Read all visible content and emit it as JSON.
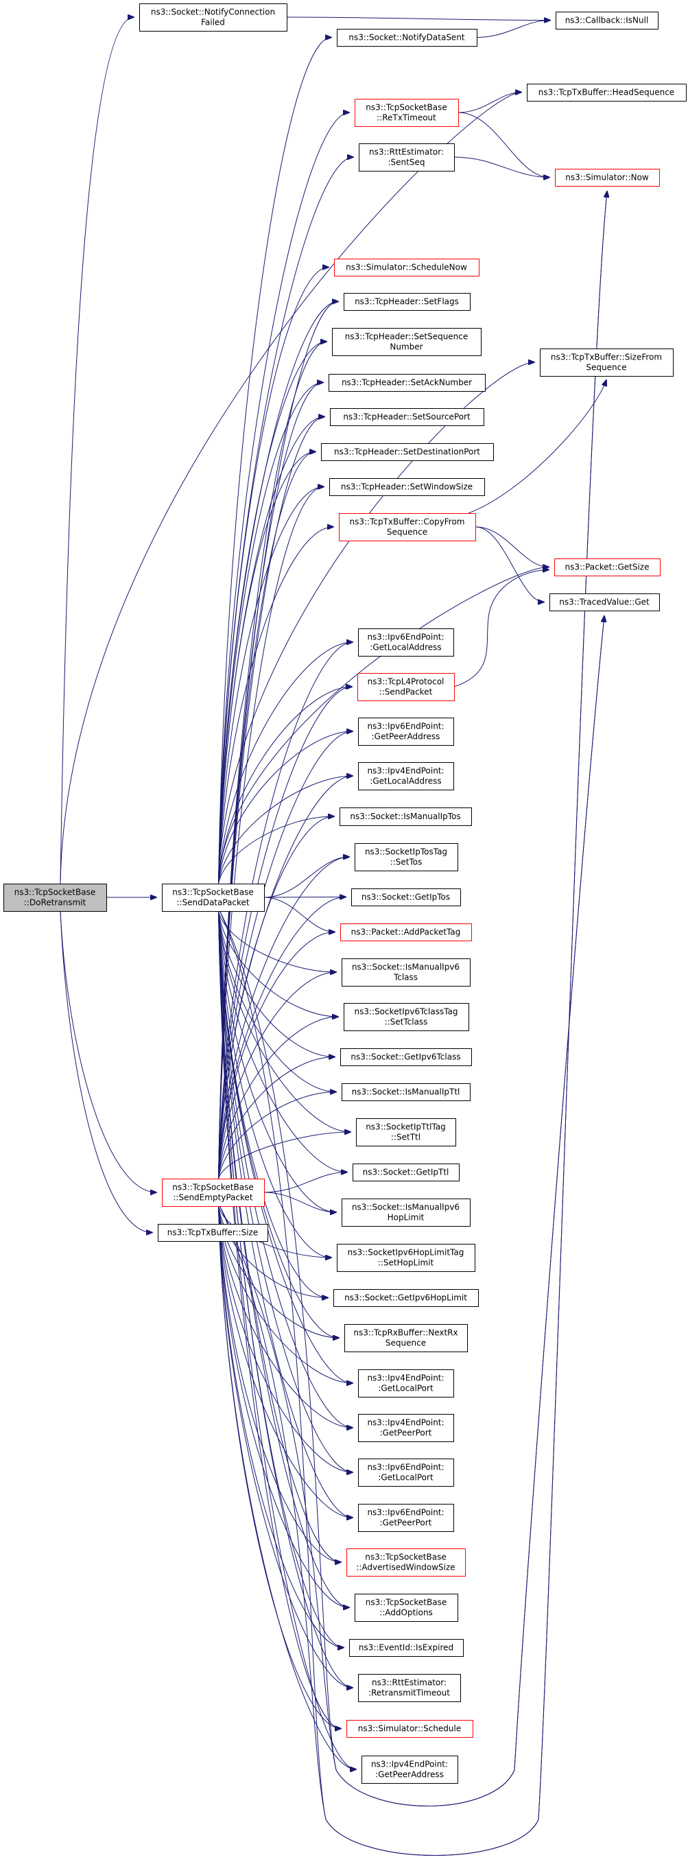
{
  "title": "Call graph of ns3::TcpSocketBase::DoRetransmit",
  "colors": {
    "edge": "#191970",
    "node_border": "#000000",
    "node_border_external": "#ff0000",
    "root_fill": "#bfbfbf"
  },
  "nodes": [
    {
      "id": "doretransmit",
      "lines": [
        "ns3::TcpSocketBase",
        "::DoRetransmit"
      ],
      "style": "root"
    },
    {
      "id": "senddatapacket",
      "lines": [
        "ns3::TcpSocketBase",
        "::SendDataPacket"
      ],
      "style": "normal"
    },
    {
      "id": "sendemptypacket",
      "lines": [
        "ns3::TcpSocketBase",
        "::SendEmptyPacket"
      ],
      "style": "red"
    },
    {
      "id": "txbuffer_size",
      "lines": [
        "ns3::TcpTxBuffer::Size"
      ],
      "style": "normal"
    },
    {
      "id": "notifyconnfailed",
      "lines": [
        "ns3::Socket::NotifyConnection",
        "Failed"
      ],
      "style": "normal"
    },
    {
      "id": "notifydatasent",
      "lines": [
        "ns3::Socket::NotifyDataSent"
      ],
      "style": "normal"
    },
    {
      "id": "retxtimeout",
      "lines": [
        "ns3::TcpSocketBase",
        "::ReTxTimeout"
      ],
      "style": "red"
    },
    {
      "id": "sentseq",
      "lines": [
        "ns3::RttEstimator:",
        ":SentSeq"
      ],
      "style": "normal"
    },
    {
      "id": "schedulenow",
      "lines": [
        "ns3::Simulator::ScheduleNow"
      ],
      "style": "red"
    },
    {
      "id": "setflags",
      "lines": [
        "ns3::TcpHeader::SetFlags"
      ],
      "style": "normal"
    },
    {
      "id": "setseqnum",
      "lines": [
        "ns3::TcpHeader::SetSequence",
        "Number"
      ],
      "style": "normal"
    },
    {
      "id": "setacknum",
      "lines": [
        "ns3::TcpHeader::SetAckNumber"
      ],
      "style": "normal"
    },
    {
      "id": "setsrcport",
      "lines": [
        "ns3::TcpHeader::SetSourcePort"
      ],
      "style": "normal"
    },
    {
      "id": "setdstport",
      "lines": [
        "ns3::TcpHeader::SetDestinationPort"
      ],
      "style": "normal"
    },
    {
      "id": "setwinsize",
      "lines": [
        "ns3::TcpHeader::SetWindowSize"
      ],
      "style": "normal"
    },
    {
      "id": "copyfromseq",
      "lines": [
        "ns3::TcpTxBuffer::CopyFrom",
        "Sequence"
      ],
      "style": "red"
    },
    {
      "id": "ipv6_getlocaladdr",
      "lines": [
        "ns3::Ipv6EndPoint:",
        ":GetLocalAddress"
      ],
      "style": "normal"
    },
    {
      "id": "l4_sendpacket",
      "lines": [
        "ns3::TcpL4Protocol",
        "::SendPacket"
      ],
      "style": "red"
    },
    {
      "id": "ipv6_getpeeraddr",
      "lines": [
        "ns3::Ipv6EndPoint:",
        ":GetPeerAddress"
      ],
      "style": "normal"
    },
    {
      "id": "ipv4_getlocaladdr",
      "lines": [
        "ns3::Ipv4EndPoint:",
        ":GetLocalAddress"
      ],
      "style": "normal"
    },
    {
      "id": "ismanualiptos",
      "lines": [
        "ns3::Socket::IsManualIpTos"
      ],
      "style": "normal"
    },
    {
      "id": "settos",
      "lines": [
        "ns3::SocketIpTosTag",
        "::SetTos"
      ],
      "style": "normal"
    },
    {
      "id": "getiptos",
      "lines": [
        "ns3::Socket::GetIpTos"
      ],
      "style": "normal"
    },
    {
      "id": "addpackettag",
      "lines": [
        "ns3::Packet::AddPacketTag"
      ],
      "style": "red"
    },
    {
      "id": "ismanualipv6tclass",
      "lines": [
        "ns3::Socket::IsManualIpv6",
        "Tclass"
      ],
      "style": "normal"
    },
    {
      "id": "settclass",
      "lines": [
        "ns3::SocketIpv6TclassTag",
        "::SetTclass"
      ],
      "style": "normal"
    },
    {
      "id": "getipv6tclass",
      "lines": [
        "ns3::Socket::GetIpv6Tclass"
      ],
      "style": "normal"
    },
    {
      "id": "ismanualipttl",
      "lines": [
        "ns3::Socket::IsManualIpTtl"
      ],
      "style": "normal"
    },
    {
      "id": "setttl",
      "lines": [
        "ns3::SocketIpTtlTag",
        "::SetTtl"
      ],
      "style": "normal"
    },
    {
      "id": "getipttl",
      "lines": [
        "ns3::Socket::GetIpTtl"
      ],
      "style": "normal"
    },
    {
      "id": "ismanualipv6hoplimit",
      "lines": [
        "ns3::Socket::IsManualIpv6",
        "HopLimit"
      ],
      "style": "normal"
    },
    {
      "id": "sethoplimit",
      "lines": [
        "ns3::SocketIpv6HopLimitTag",
        "::SetHopLimit"
      ],
      "style": "normal"
    },
    {
      "id": "getipv6hoplimit",
      "lines": [
        "ns3::Socket::GetIpv6HopLimit"
      ],
      "style": "normal"
    },
    {
      "id": "nextrxseq",
      "lines": [
        "ns3::TcpRxBuffer::NextRx",
        "Sequence"
      ],
      "style": "normal"
    },
    {
      "id": "ipv4_getlocalport",
      "lines": [
        "ns3::Ipv4EndPoint:",
        ":GetLocalPort"
      ],
      "style": "normal"
    },
    {
      "id": "ipv4_getpeerport",
      "lines": [
        "ns3::Ipv4EndPoint:",
        ":GetPeerPort"
      ],
      "style": "normal"
    },
    {
      "id": "ipv6_getlocalport",
      "lines": [
        "ns3::Ipv6EndPoint:",
        ":GetLocalPort"
      ],
      "style": "normal"
    },
    {
      "id": "ipv6_getpeerport",
      "lines": [
        "ns3::Ipv6EndPoint:",
        ":GetPeerPort"
      ],
      "style": "normal"
    },
    {
      "id": "advwinsize",
      "lines": [
        "ns3::TcpSocketBase",
        "::AdvertisedWindowSize"
      ],
      "style": "red"
    },
    {
      "id": "addoptions",
      "lines": [
        "ns3::TcpSocketBase",
        "::AddOptions"
      ],
      "style": "normal"
    },
    {
      "id": "isexpired",
      "lines": [
        "ns3::EventId::IsExpired"
      ],
      "style": "normal"
    },
    {
      "id": "retxtimeout_rtt",
      "lines": [
        "ns3::RttEstimator:",
        ":RetransmitTimeout"
      ],
      "style": "normal"
    },
    {
      "id": "schedule",
      "lines": [
        "ns3::Simulator::Schedule"
      ],
      "style": "red"
    },
    {
      "id": "ipv4_getpeeraddr",
      "lines": [
        "ns3::Ipv4EndPoint:",
        ":GetPeerAddress"
      ],
      "style": "normal"
    },
    {
      "id": "callback_isnull",
      "lines": [
        "ns3::Callback::IsNull"
      ],
      "style": "normal"
    },
    {
      "id": "headsequence",
      "lines": [
        "ns3::TcpTxBuffer::HeadSequence"
      ],
      "style": "normal"
    },
    {
      "id": "simulator_now",
      "lines": [
        "ns3::Simulator::Now"
      ],
      "style": "red"
    },
    {
      "id": "sizefromseq",
      "lines": [
        "ns3::TcpTxBuffer::SizeFrom",
        "Sequence"
      ],
      "style": "normal"
    },
    {
      "id": "packet_getsize",
      "lines": [
        "ns3::Packet::GetSize"
      ],
      "style": "red"
    },
    {
      "id": "tracedvalue_get",
      "lines": [
        "ns3::TracedValue::Get"
      ],
      "style": "normal"
    }
  ],
  "edges": [
    [
      "doretransmit",
      "notifyconnfailed"
    ],
    [
      "doretransmit",
      "headsequence"
    ],
    [
      "doretransmit",
      "senddatapacket"
    ],
    [
      "doretransmit",
      "sendemptypacket"
    ],
    [
      "doretransmit",
      "txbuffer_size"
    ],
    [
      "notifyconnfailed",
      "callback_isnull"
    ],
    [
      "notifydatasent",
      "callback_isnull"
    ],
    [
      "retxtimeout",
      "headsequence"
    ],
    [
      "retxtimeout",
      "simulator_now"
    ],
    [
      "sentseq",
      "simulator_now"
    ],
    [
      "copyfromseq",
      "sizefromseq"
    ],
    [
      "copyfromseq",
      "packet_getsize"
    ],
    [
      "copyfromseq",
      "tracedvalue_get"
    ],
    [
      "l4_sendpacket",
      "packet_getsize"
    ],
    [
      "senddatapacket",
      "notifydatasent"
    ],
    [
      "senddatapacket",
      "retxtimeout"
    ],
    [
      "senddatapacket",
      "sentseq"
    ],
    [
      "senddatapacket",
      "simulator_now"
    ],
    [
      "senddatapacket",
      "sizefromseq"
    ],
    [
      "senddatapacket",
      "schedulenow"
    ],
    [
      "senddatapacket",
      "setflags"
    ],
    [
      "senddatapacket",
      "setseqnum"
    ],
    [
      "senddatapacket",
      "setacknum"
    ],
    [
      "senddatapacket",
      "setsrcport"
    ],
    [
      "senddatapacket",
      "setdstport"
    ],
    [
      "senddatapacket",
      "setwinsize"
    ],
    [
      "senddatapacket",
      "copyfromseq"
    ],
    [
      "senddatapacket",
      "packet_getsize"
    ],
    [
      "senddatapacket",
      "tracedvalue_get"
    ],
    [
      "senddatapacket",
      "ipv6_getlocaladdr"
    ],
    [
      "senddatapacket",
      "l4_sendpacket"
    ],
    [
      "senddatapacket",
      "ipv6_getpeeraddr"
    ],
    [
      "senddatapacket",
      "ipv4_getlocaladdr"
    ],
    [
      "senddatapacket",
      "ismanualiptos"
    ],
    [
      "senddatapacket",
      "settos"
    ],
    [
      "senddatapacket",
      "getiptos"
    ],
    [
      "senddatapacket",
      "addpackettag"
    ],
    [
      "senddatapacket",
      "ismanualipv6tclass"
    ],
    [
      "senddatapacket",
      "settclass"
    ],
    [
      "senddatapacket",
      "getipv6tclass"
    ],
    [
      "senddatapacket",
      "ismanualipttl"
    ],
    [
      "senddatapacket",
      "setttl"
    ],
    [
      "senddatapacket",
      "getipttl"
    ],
    [
      "senddatapacket",
      "ismanualipv6hoplimit"
    ],
    [
      "senddatapacket",
      "sethoplimit"
    ],
    [
      "senddatapacket",
      "getipv6hoplimit"
    ],
    [
      "senddatapacket",
      "nextrxseq"
    ],
    [
      "senddatapacket",
      "ipv4_getlocalport"
    ],
    [
      "senddatapacket",
      "ipv4_getpeerport"
    ],
    [
      "senddatapacket",
      "ipv6_getlocalport"
    ],
    [
      "senddatapacket",
      "ipv6_getpeerport"
    ],
    [
      "senddatapacket",
      "advwinsize"
    ],
    [
      "senddatapacket",
      "addoptions"
    ],
    [
      "senddatapacket",
      "isexpired"
    ],
    [
      "senddatapacket",
      "retxtimeout_rtt"
    ],
    [
      "senddatapacket",
      "schedule"
    ],
    [
      "senddatapacket",
      "ipv4_getpeeraddr"
    ],
    [
      "sendemptypacket",
      "ipv6_getlocaladdr"
    ],
    [
      "sendemptypacket",
      "l4_sendpacket"
    ],
    [
      "sendemptypacket",
      "ipv6_getpeeraddr"
    ],
    [
      "sendemptypacket",
      "ipv4_getlocaladdr"
    ],
    [
      "sendemptypacket",
      "ismanualiptos"
    ],
    [
      "sendemptypacket",
      "settos"
    ],
    [
      "sendemptypacket",
      "getiptos"
    ],
    [
      "sendemptypacket",
      "addpackettag"
    ],
    [
      "sendemptypacket",
      "ismanualipv6tclass"
    ],
    [
      "sendemptypacket",
      "settclass"
    ],
    [
      "sendemptypacket",
      "getipv6tclass"
    ],
    [
      "sendemptypacket",
      "ismanualipttl"
    ],
    [
      "sendemptypacket",
      "setttl"
    ],
    [
      "sendemptypacket",
      "getipttl"
    ],
    [
      "sendemptypacket",
      "ismanualipv6hoplimit"
    ],
    [
      "sendemptypacket",
      "sethoplimit"
    ],
    [
      "sendemptypacket",
      "getipv6hoplimit"
    ],
    [
      "sendemptypacket",
      "nextrxseq"
    ],
    [
      "sendemptypacket",
      "ipv4_getlocalport"
    ],
    [
      "sendemptypacket",
      "ipv4_getpeerport"
    ],
    [
      "sendemptypacket",
      "ipv6_getlocalport"
    ],
    [
      "sendemptypacket",
      "ipv6_getpeerport"
    ],
    [
      "sendemptypacket",
      "advwinsize"
    ],
    [
      "sendemptypacket",
      "addoptions"
    ],
    [
      "sendemptypacket",
      "isexpired"
    ],
    [
      "sendemptypacket",
      "retxtimeout_rtt"
    ],
    [
      "sendemptypacket",
      "schedule"
    ],
    [
      "sendemptypacket",
      "ipv4_getpeeraddr"
    ],
    [
      "sendemptypacket",
      "simulator_now"
    ],
    [
      "sendemptypacket",
      "tracedvalue_get"
    ],
    [
      "sendemptypacket",
      "setflags"
    ],
    [
      "sendemptypacket",
      "setseqnum"
    ],
    [
      "sendemptypacket",
      "setacknum"
    ],
    [
      "sendemptypacket",
      "setsrcport"
    ],
    [
      "sendemptypacket",
      "setdstport"
    ],
    [
      "sendemptypacket",
      "setwinsize"
    ]
  ]
}
